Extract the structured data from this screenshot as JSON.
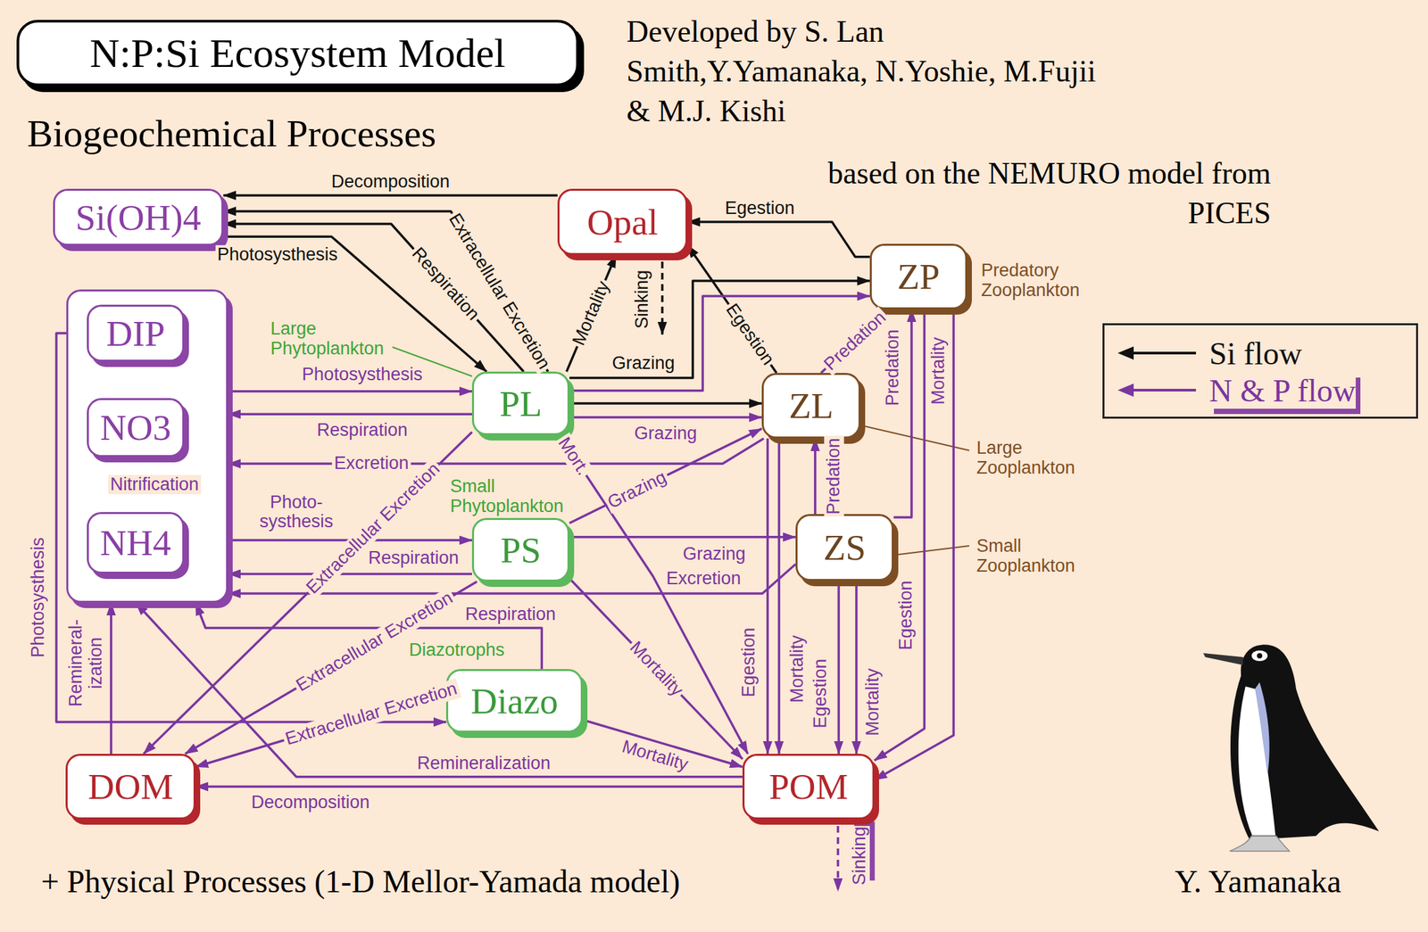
{
  "diagram": {
    "title": "N:P:Si Ecosystem Model",
    "nodes": [
      {
        "text": [
          "Si(OH)4"
        ]
      },
      {
        "text": [
          "Opal"
        ]
      },
      {
        "text": [
          "ZP",
          "Predatory Zooplankton"
        ]
      },
      {
        "text": []
      },
      {
        "text": [
          "DIP"
        ],
        "in": 3
      },
      {
        "text": [
          "NO3"
        ],
        "in": 3
      },
      {
        "text": [
          "NH4"
        ],
        "in": 3
      },
      {
        "text": [
          "PL",
          "Large Phytoplankton"
        ]
      },
      {
        "text": [
          "ZL",
          "Large Zooplankton"
        ]
      },
      {
        "text": [
          "PS",
          "Small Phytoplankton"
        ]
      },
      {
        "text": [
          "ZS",
          "Small Zooplankton"
        ]
      },
      {
        "text": [
          "Diazo",
          "Diazotrophs"
        ]
      },
      {
        "text": [
          "DOM"
        ]
      },
      {
        "text": [
          "POM"
        ]
      }
    ],
    "edges": [
      {
        "from": 1,
        "to": 0,
        "label": "Decomposition",
        "arrow": "to"
      },
      {
        "from": 7,
        "to": 0,
        "label": "Extracellular Excretion",
        "arrow": "to"
      },
      {
        "from": 7,
        "to": 0,
        "label": "Respiration",
        "arrow": "to"
      },
      {
        "from": 0,
        "to": 7,
        "label": "Photosysthesis",
        "arrow": "to"
      },
      {
        "from": 7,
        "to": 1,
        "label": "Mortality",
        "arrow": "to"
      },
      {
        "from": 2,
        "to": 1,
        "label": "Egestion",
        "arrow": "to"
      },
      {
        "from": 8,
        "to": 1,
        "label": "Egestion",
        "arrow": "to"
      },
      {
        "from": 7,
        "to": 2,
        "label": "Grazing",
        "arrow": "to"
      },
      {
        "from": 7,
        "to": 8,
        "arrow": "to"
      },
      {
        "from": 3,
        "to": 7,
        "label": "Photosysthesis",
        "arrow": "to"
      },
      {
        "from": 7,
        "to": 3,
        "label": "Respiration",
        "arrow": "to"
      },
      {
        "from": 7,
        "to": 8,
        "label": "Grazing",
        "arrow": "to"
      },
      {
        "from": 7,
        "to": 2,
        "arrow": "to"
      },
      {
        "from": 6,
        "to": 5,
        "label": "Nitrification",
        "arrow": "to"
      },
      {
        "from": 3,
        "to": 9,
        "label": "Photo- systhesis",
        "arrow": "to"
      },
      {
        "from": 9,
        "to": 3,
        "label": "Respiration",
        "arrow": "to"
      },
      {
        "from": 8,
        "to": 3,
        "label": "Excretion",
        "arrow": "to"
      },
      {
        "from": 10,
        "to": 3,
        "label": "Excretion",
        "arrow": "to"
      },
      {
        "from": 9,
        "to": 8,
        "label": "Grazing",
        "arrow": "to"
      },
      {
        "from": 9,
        "to": 10,
        "label": "Grazing",
        "arrow": "to"
      },
      {
        "from": 8,
        "to": 2,
        "label": "Predation",
        "arrow": "to"
      },
      {
        "from": 10,
        "to": 2,
        "label": "Predation",
        "arrow": "to"
      },
      {
        "from": 10,
        "to": 8,
        "label": "Predation",
        "arrow": "to"
      },
      {
        "from": 7,
        "to": 12,
        "label": "Extracellular Excretion",
        "arrow": "to"
      },
      {
        "from": 9,
        "to": 12,
        "label": "Extracellular Excretion",
        "arrow": "to"
      },
      {
        "from": 11,
        "to": 12,
        "label": "Extracellular Excretion",
        "arrow": "to"
      },
      {
        "from": 7,
        "to": 13,
        "label": "Mort.",
        "arrow": "to"
      },
      {
        "from": 9,
        "to": 13,
        "label": "Mortality",
        "arrow": "to"
      },
      {
        "from": 11,
        "to": 13,
        "label": "Mortality",
        "arrow": "to"
      },
      {
        "from": 11,
        "to": 3,
        "label": "Respiration",
        "arrow": "to"
      },
      {
        "from": 4,
        "to": 11,
        "label": "Photosysthesis",
        "arrow": "to"
      },
      {
        "from": 12,
        "to": 3,
        "label": "Remineral- ization",
        "arrow": "to"
      },
      {
        "from": 13,
        "to": 3,
        "label": "Remineralization",
        "arrow": "to"
      },
      {
        "from": 13,
        "to": 12,
        "label": "Decomposition",
        "arrow": "to"
      },
      {
        "from": 8,
        "to": 13,
        "label": "Egestion",
        "arrow": "to"
      },
      {
        "from": 8,
        "to": 13,
        "label": "Mortality",
        "arrow": "to"
      },
      {
        "from": 10,
        "to": 13,
        "label": "Egestion",
        "arrow": "to"
      },
      {
        "from": 10,
        "to": 13,
        "label": "Mortality",
        "arrow": "to"
      },
      {
        "from": 2,
        "to": 13,
        "label": "Egestion",
        "arrow": "to"
      },
      {
        "from": 2,
        "to": 13,
        "label": "Mortality",
        "arrow": "to"
      }
    ],
    "labels": [
      "Biogeochemical Processes",
      "Developed by S. Lan Smith,Y.Yamanaka, N.Yoshie, M.Fujii & M.J. Kishi",
      "based on the NEMURO model from PICES",
      "Sinking",
      "Sinking",
      "+ Physical Processes (1-D Mellor-Yamada model)",
      "Y. Yamanaka"
    ],
    "legend": [
      {
        "text": "Si flow"
      },
      {
        "text": "N & P flow"
      }
    ]
  }
}
